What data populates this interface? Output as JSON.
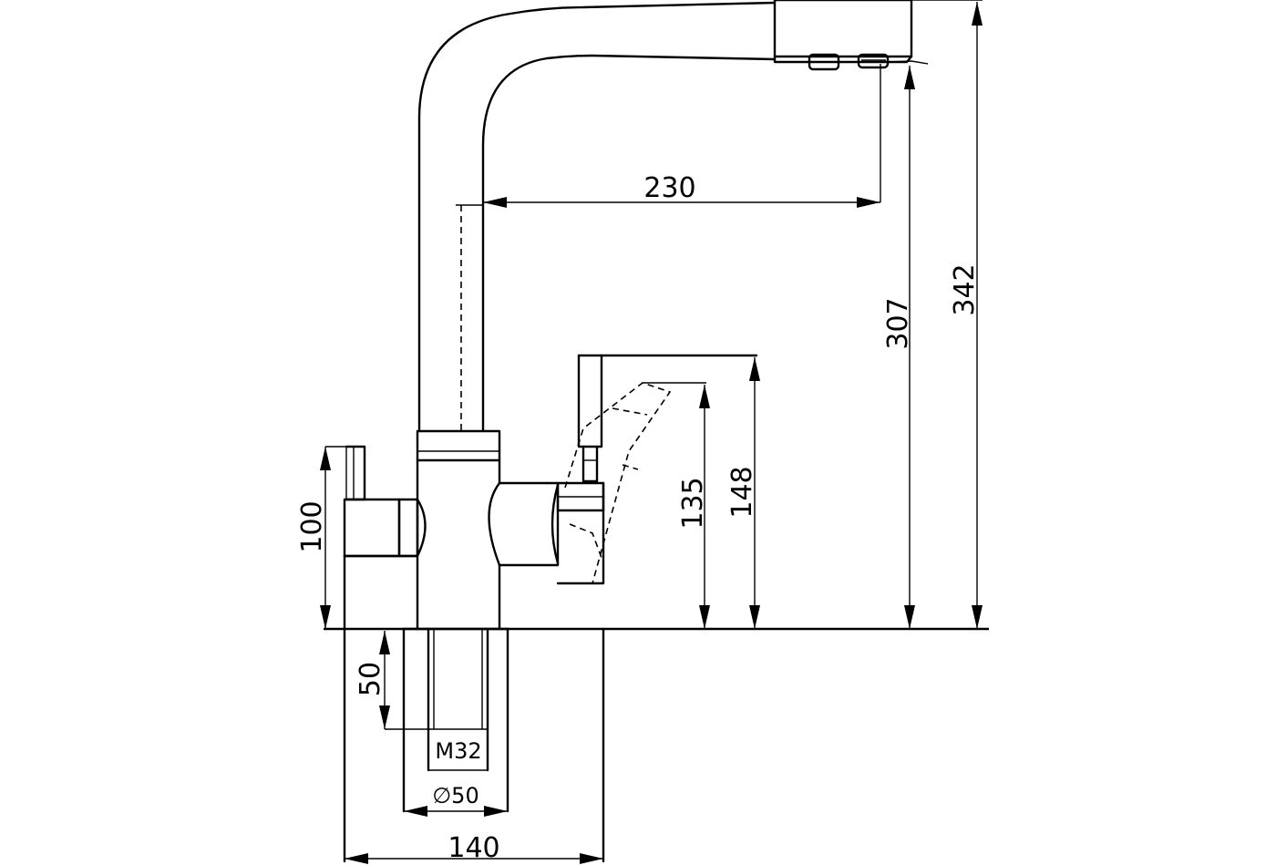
{
  "drawing": {
    "dimensions": {
      "spout_reach": "230",
      "outlet_height": "307",
      "total_height": "342",
      "filter_lever_height": "135",
      "main_lever_height": "148",
      "side_lever_height": "100",
      "thread_length": "50",
      "thread_size": "M32",
      "hole_diameter": "∅50",
      "base_width": "140"
    }
  }
}
